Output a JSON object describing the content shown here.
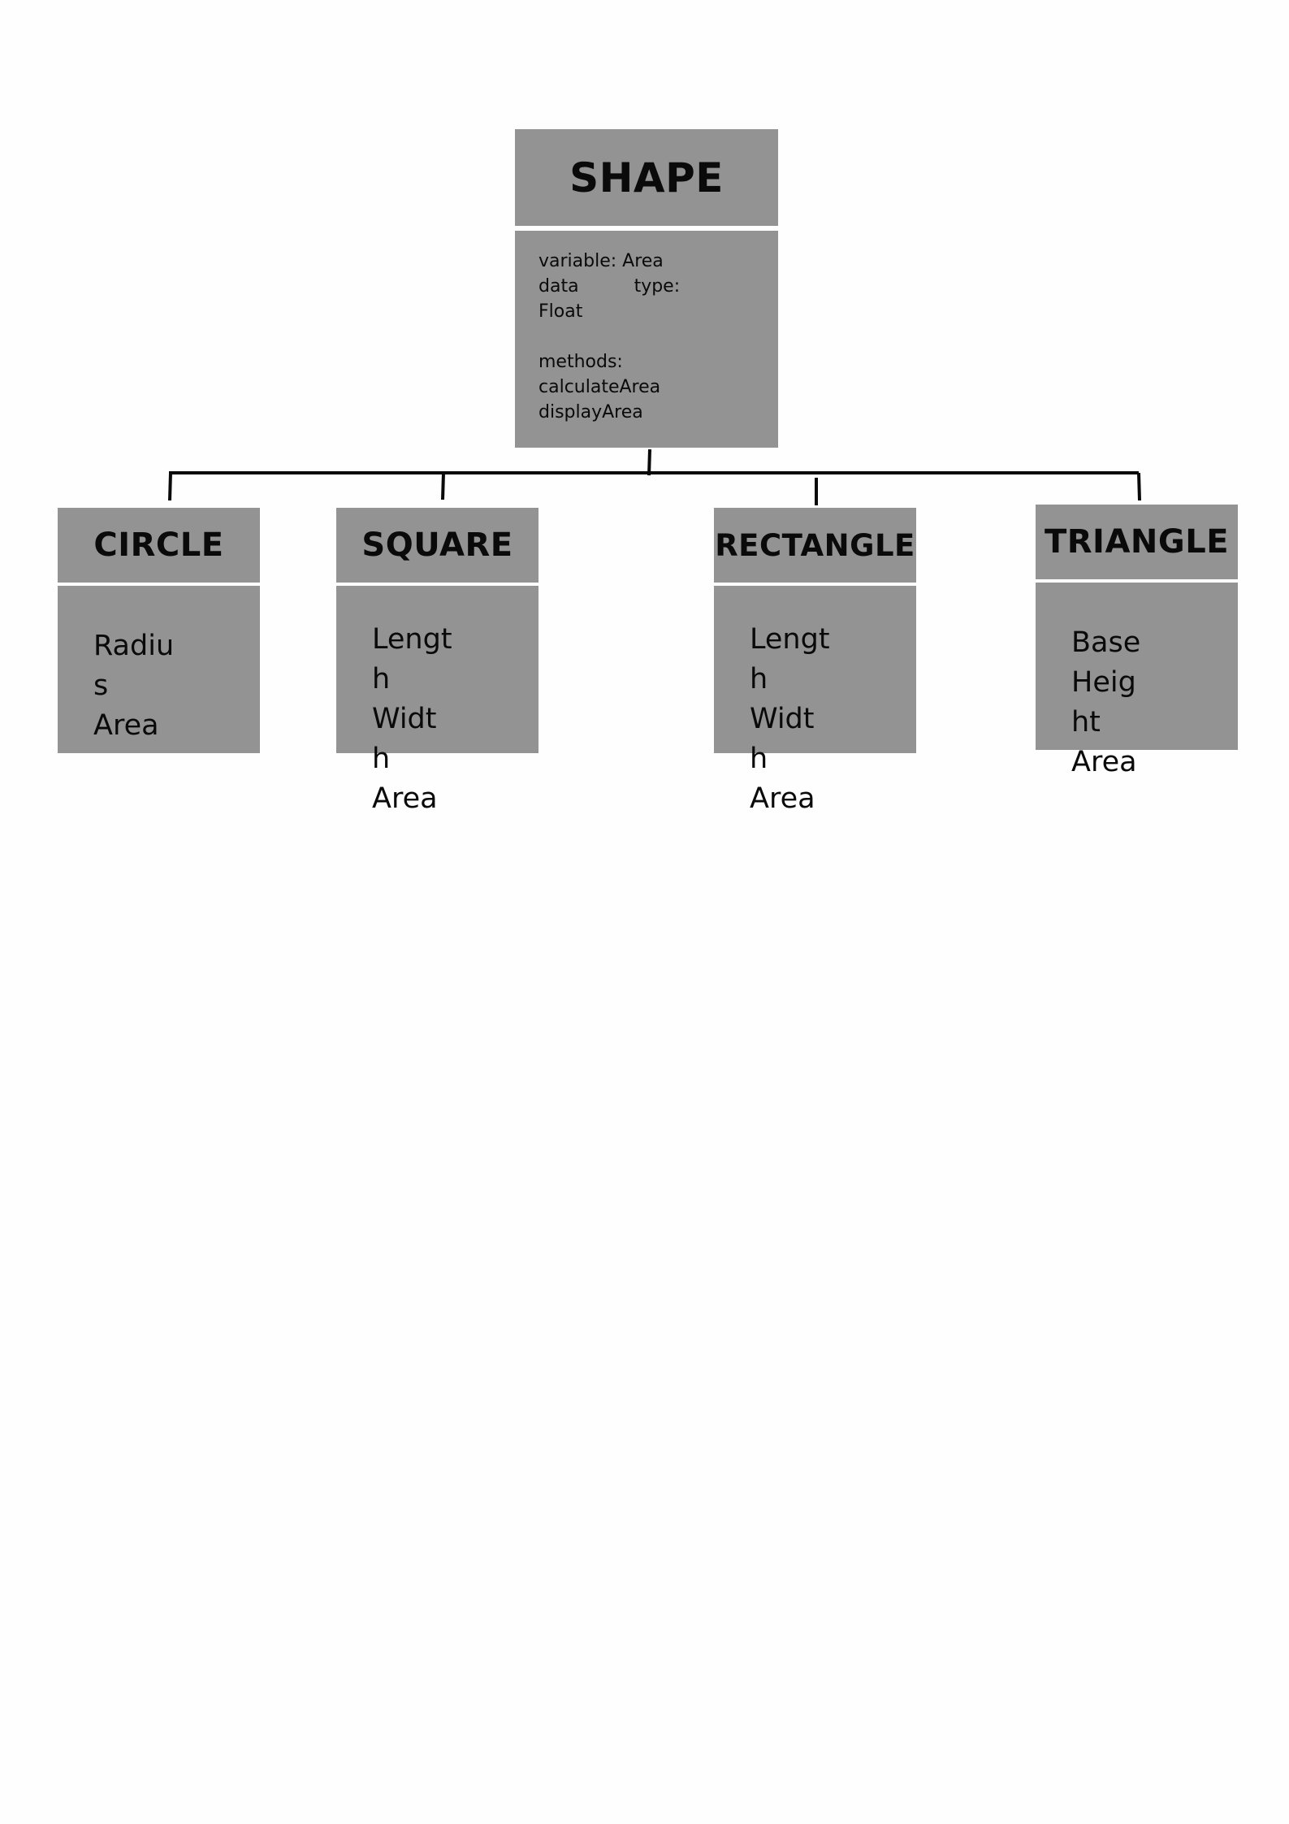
{
  "diagram": {
    "parent": {
      "title": "SHAPE",
      "line1": "variable: Area",
      "line2_a": "data",
      "line2_b": "type:",
      "line3": "Float",
      "line4": "methods:",
      "line5": "calculateArea",
      "line6": "displayArea"
    },
    "children": {
      "circle": {
        "title": "CIRCLE",
        "attributes": "Radius\nArea"
      },
      "square": {
        "title": "SQUARE",
        "attributes": "Length\nWidth\nArea"
      },
      "rectangle": {
        "title": "RECTANGLE",
        "attributes": "Length\nWidth\nArea"
      },
      "triangle": {
        "title": "TRIANGLE",
        "attributes": "Base\nHeight\nArea"
      }
    },
    "colors": {
      "box_fill": "#939393",
      "line": "#0a0a0a",
      "background": "#fefefe"
    }
  }
}
